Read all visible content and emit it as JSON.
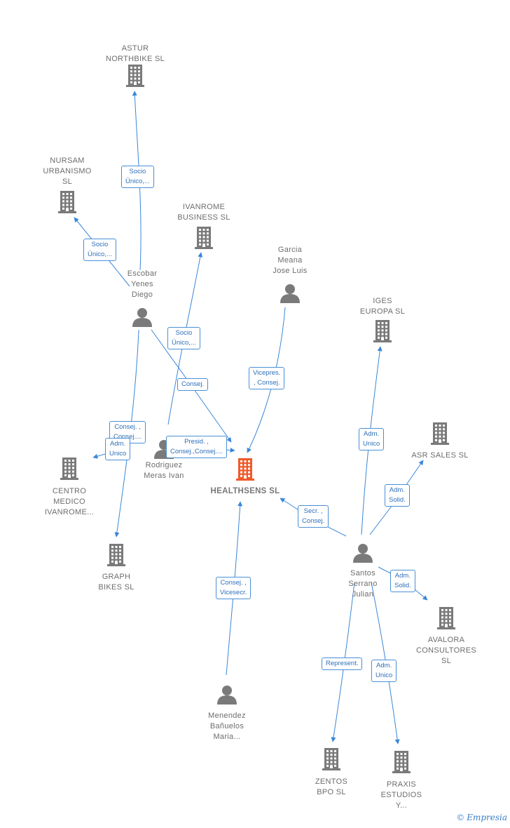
{
  "colors": {
    "edge": "#3a86d8",
    "node": "#7a7a7a",
    "main_node": "#ef5a2a",
    "edge_label_border": "#4a8fd6"
  },
  "nodes": [
    {
      "id": "astur",
      "type": "company",
      "label": "ASTUR\nNORTHBIKE SL"
    },
    {
      "id": "nursam",
      "type": "company",
      "label": "NURSAM\nURBANISMO\nSL"
    },
    {
      "id": "ivanrome_business",
      "type": "company",
      "label": "IVANROME\nBUSINESS SL"
    },
    {
      "id": "garcia",
      "type": "person",
      "label": "Garcia\nMeana\nJose Luis"
    },
    {
      "id": "escobar",
      "type": "person",
      "label": "Escobar\nYenes\nDiego"
    },
    {
      "id": "iges",
      "type": "company",
      "label": "IGES\nEUROPA SL"
    },
    {
      "id": "asr",
      "type": "company",
      "label": "ASR SALES SL"
    },
    {
      "id": "centro_medico",
      "type": "company",
      "label": "CENTRO\nMEDICO\nIVANROME..."
    },
    {
      "id": "rodriguez",
      "type": "person",
      "label": "Rodriguez\nMeras Ivan"
    },
    {
      "id": "healthsens",
      "type": "main",
      "label": "HEALTHSENS SL"
    },
    {
      "id": "graph_bikes",
      "type": "company",
      "label": "GRAPH\nBIKES SL"
    },
    {
      "id": "santos",
      "type": "person",
      "label": "Santos\nSerrano\nJulian"
    },
    {
      "id": "avalora",
      "type": "company",
      "label": "AVALORA\nCONSULTORES\nSL"
    },
    {
      "id": "menendez",
      "type": "person",
      "label": "Menendez\nBañuelos\nMaria..."
    },
    {
      "id": "zentos",
      "type": "company",
      "label": "ZENTOS\nBPO SL"
    },
    {
      "id": "praxis",
      "type": "company",
      "label": "PRAXIS\nESTUDIOS\nY..."
    }
  ],
  "edges": [
    {
      "from": "escobar",
      "to": "astur",
      "label": "Socio\nÚnico,..."
    },
    {
      "from": "escobar",
      "to": "nursam",
      "label": "Socio\nÚnico,..."
    },
    {
      "from": "rodriguez",
      "to": "ivanrome_business",
      "label": "Socio\nÚnico,..."
    },
    {
      "from": "escobar",
      "to": "healthsens",
      "label": "Consej."
    },
    {
      "from": "garcia",
      "to": "healthsens",
      "label": "Vicepres.\n, Consej."
    },
    {
      "from": "escobar",
      "to": "graph_bikes",
      "label": "Consej. ,\nConsej...."
    },
    {
      "from": "rodriguez",
      "to": "centro_medico",
      "label": "Adm.\nUnico"
    },
    {
      "from": "rodriguez",
      "to": "healthsens",
      "label": "Presid. ,\nConsej.,Consej...."
    },
    {
      "from": "santos",
      "to": "iges",
      "label": "Adm.\nUnico"
    },
    {
      "from": "santos",
      "to": "asr",
      "label": "Adm.\nSolid."
    },
    {
      "from": "santos",
      "to": "healthsens",
      "label": "Secr. ,\nConsej."
    },
    {
      "from": "santos",
      "to": "avalora",
      "label": "Adm.\nSolid."
    },
    {
      "from": "menendez",
      "to": "healthsens",
      "label": "Consej. ,\nVicesecr."
    },
    {
      "from": "santos",
      "to": "zentos",
      "label": "Represent."
    },
    {
      "from": "santos",
      "to": "praxis",
      "label": "Adm.\nUnico"
    }
  ],
  "brand": {
    "symbol": "©",
    "name": "Empresia"
  }
}
